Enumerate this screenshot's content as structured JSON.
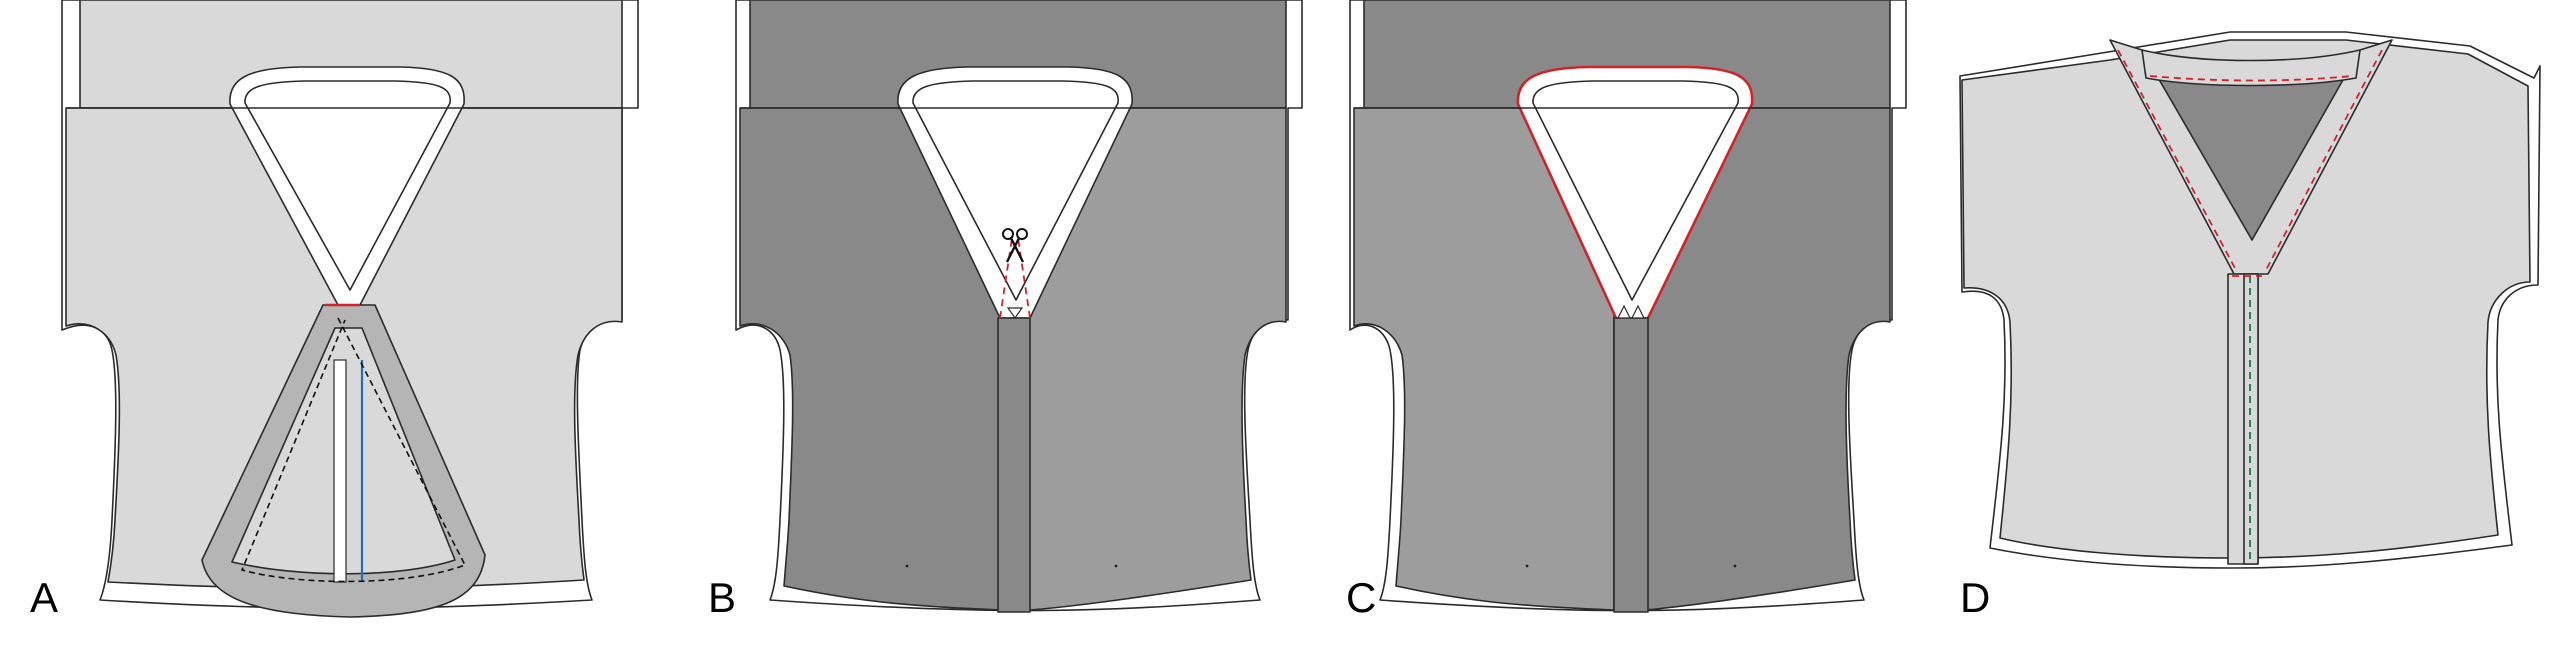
{
  "panels": [
    {
      "id": "A",
      "label": "A"
    },
    {
      "id": "B",
      "label": "B"
    },
    {
      "id": "C",
      "label": "C"
    },
    {
      "id": "D",
      "label": "D"
    }
  ],
  "colors": {
    "light_fabric": "#d9d9d9",
    "dark_fabric": "#898989",
    "mid_fabric": "#9d9d9d",
    "facing_fill": "#b5b5b5",
    "outline": "#2b2b2b",
    "stitch_red": "#d2232a",
    "stitch_black": "#111111",
    "stitch_green": "#1f8a4c",
    "guide_blue": "#1d6fb8"
  },
  "icons": {
    "scissors": "scissors-icon"
  }
}
